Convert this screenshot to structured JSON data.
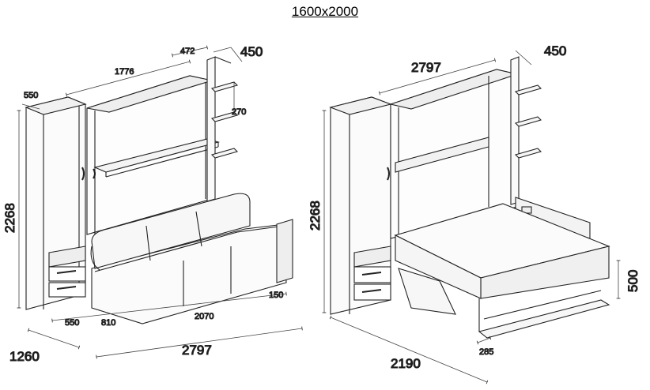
{
  "title": "1600x2000",
  "left_view": {
    "dims": {
      "top_width": "1776",
      "top_depth": "472",
      "shelf_depth": "450",
      "side_depth": "550",
      "shelf_spacing": "270",
      "height": "2268",
      "base_wardrobe": "550",
      "base_gap": "810",
      "base_sofa": "2070",
      "base_side": "150",
      "total_depth": "1260",
      "total_width": "2797"
    }
  },
  "right_view": {
    "dims": {
      "top_width": "2797",
      "shelf_depth": "450",
      "height": "2268",
      "bed_height": "500",
      "bed_offset": "285",
      "total_depth": "2190"
    }
  }
}
